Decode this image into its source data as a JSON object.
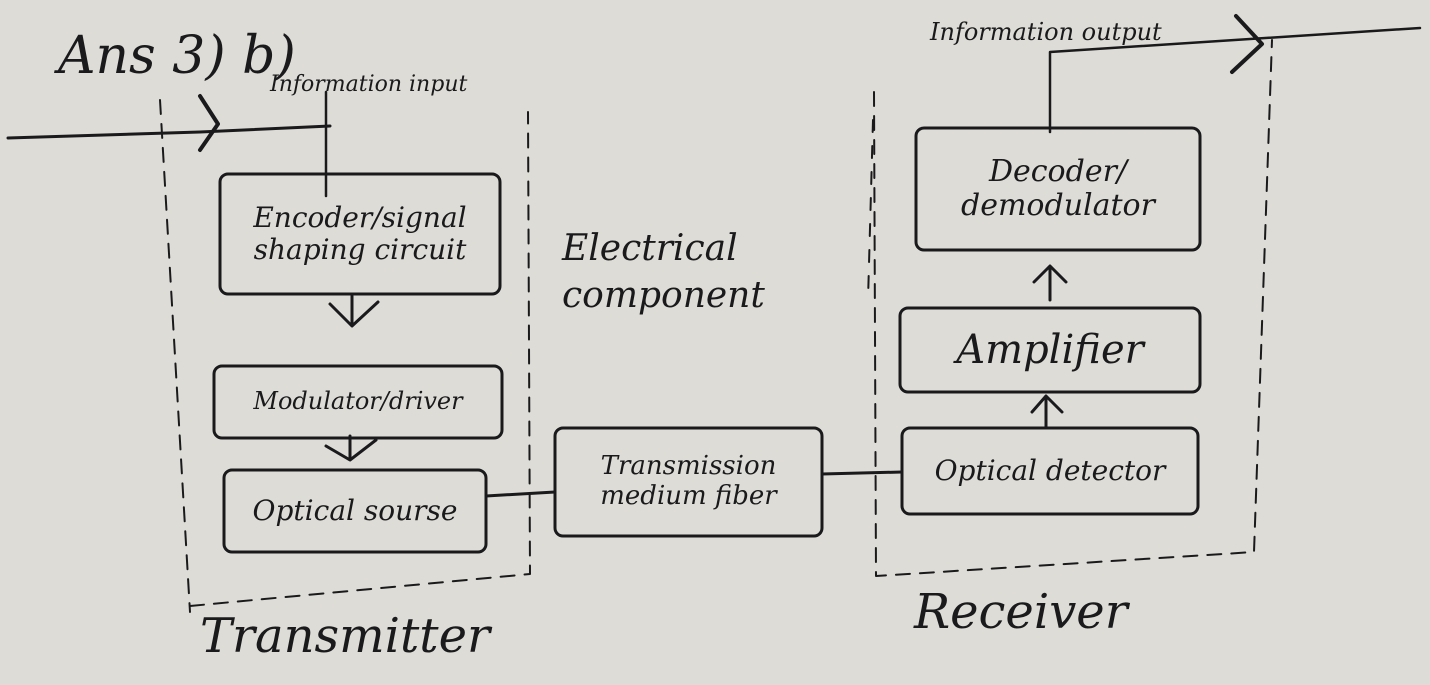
{
  "heading": "Ans 3) b)",
  "input_label": "Information input",
  "output_label": "Information output",
  "sections": {
    "transmitter": "Transmitter",
    "receiver": "Receiver",
    "electrical": "Electrical component"
  },
  "blocks": {
    "encoder": "Encoder/signal shaping circuit",
    "modulator": "Modulator/driver",
    "optical_source": "Optical sourse",
    "fiber": "Transmission medium fiber",
    "detector": "Optical detector",
    "amplifier": "Amplifier",
    "decoder": "Decoder/ demodulator"
  }
}
